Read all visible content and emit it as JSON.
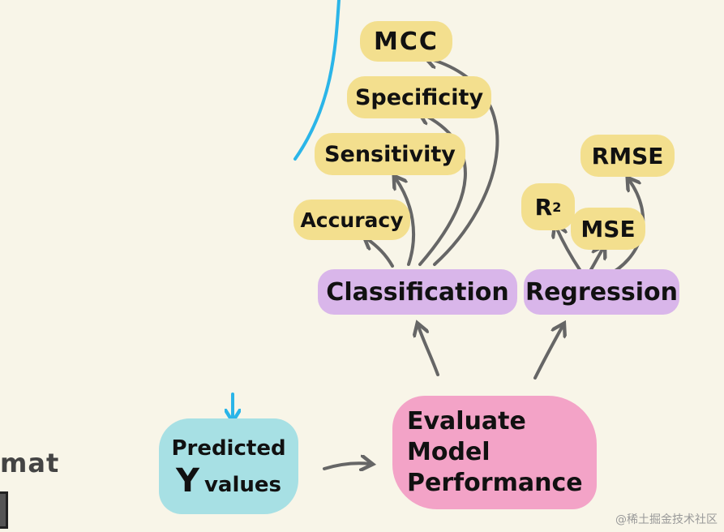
{
  "nodes": {
    "mcc": "MCC",
    "specificity": "Specificity",
    "sensitivity": "Sensitivity",
    "accuracy": "Accuracy",
    "rmse": "RMSE",
    "r2_base": "R",
    "r2_sup": "2",
    "mse": "MSE",
    "classification": "Classification",
    "regression": "Regression",
    "predicted_line1": "Predicted",
    "predicted_y": "Y",
    "predicted_line2": "values",
    "evaluate_line1": "Evaluate",
    "evaluate_line2": "Model",
    "evaluate_line3": "Performance"
  },
  "fragments": {
    "left_text": "mat"
  },
  "watermark": "@稀土掘金技术社区",
  "colors": {
    "metric_fill": "#f3df8e",
    "task_fill": "#d9b6ea",
    "predicted_fill": "#a7e0e4",
    "evaluate_fill": "#f3a3c7",
    "arrow_gray": "#666666",
    "accent_blue": "#2bb5e8"
  }
}
